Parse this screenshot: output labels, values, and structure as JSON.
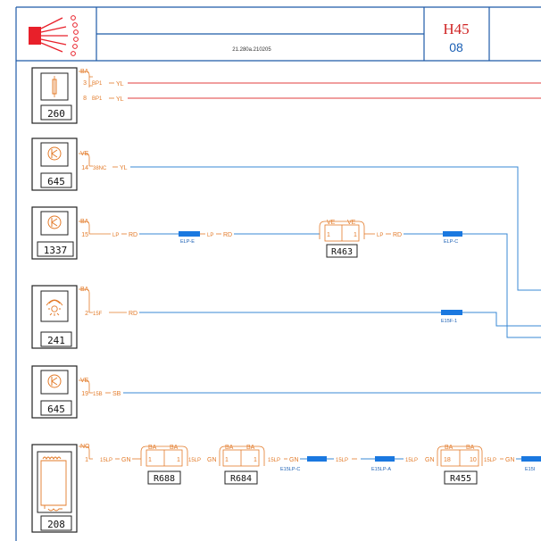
{
  "header": {
    "code_top": "H45",
    "code_bottom": "08",
    "doc_ref": "21.280a.210205"
  },
  "colors": {
    "frame": "#1e5aa8",
    "wire_red": "#e23c3c",
    "wire_blue": "#3a88d4",
    "label_orange": "#e37b2a",
    "connector": "#1a78e0",
    "text_red": "#d02525",
    "text_blue": "#1a5fb4",
    "symbol_red": "#e8202a"
  },
  "components": [
    {
      "id": "260",
      "icon": "fuse-icon"
    },
    {
      "id": "645",
      "icon": "switch-icon"
    },
    {
      "id": "1337",
      "icon": "switch-icon"
    },
    {
      "id": "241",
      "icon": "lamp-icon"
    },
    {
      "id": "645",
      "icon": "switch-icon"
    },
    {
      "id": "208",
      "icon": "coil-icon"
    }
  ],
  "wires": {
    "w260": {
      "ground": "BA",
      "pins": [
        "3",
        "8"
      ],
      "codes": [
        "BP1",
        "BP1"
      ],
      "colors": [
        "YL",
        "YL"
      ]
    },
    "w645a": {
      "ground": "VE",
      "pin": "14",
      "code": "38NC",
      "color": "YL"
    },
    "w1337": {
      "ground": "BA",
      "pin": "15",
      "code": "LP",
      "color": "RD",
      "conn1": "ELP-E",
      "code2": "LP",
      "color2": "RD",
      "relay": {
        "id": "R463",
        "labels": [
          "VE",
          "VE"
        ],
        "pins": [
          "1",
          "1"
        ]
      },
      "code3": "LP",
      "color3": "RD",
      "conn2": "ELP-C"
    },
    "w241": {
      "ground": "BA",
      "pin": "2",
      "code": "15F",
      "color": "RD",
      "conn": "E15F-1"
    },
    "w645b": {
      "ground": "VE",
      "pin": "19",
      "code": "15B",
      "color": "SB"
    },
    "w208": {
      "ground": "NO",
      "pin": "1",
      "code": "15LP",
      "color": "GN",
      "r1": {
        "id": "R688",
        "labels": [
          "BA",
          "BA"
        ],
        "pins": [
          "1",
          "1"
        ]
      },
      "code2": "15LP",
      "color2": "GN",
      "r2": {
        "id": "R684",
        "labels": [
          "BA",
          "BA"
        ],
        "pins": [
          "1",
          "1"
        ]
      },
      "code3": "15LP",
      "color3": "GN",
      "conn1": "E15LP-C",
      "code4": "15LP",
      "conn2": "E15LP-A",
      "code5": "15LP",
      "color5": "GN",
      "r3": {
        "id": "R455",
        "labels": [
          "BA",
          "BA"
        ],
        "pins": [
          "18",
          "10"
        ]
      },
      "code6": "15LP",
      "color6": "GN",
      "conn3": "E15I"
    }
  }
}
